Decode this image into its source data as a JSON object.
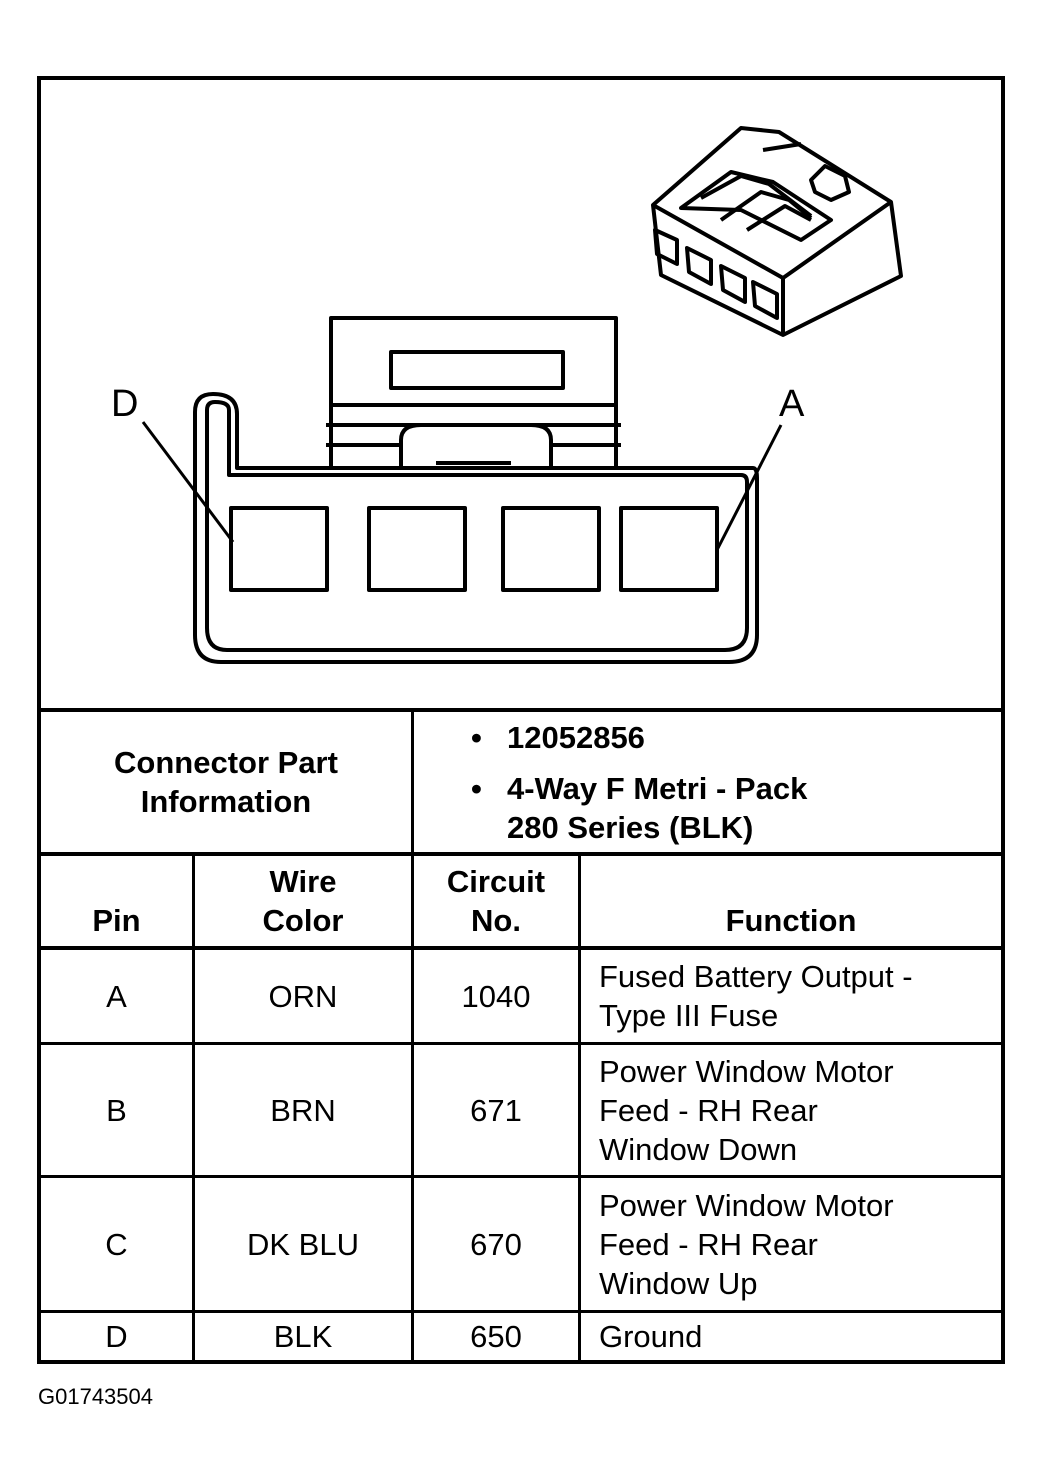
{
  "diagram": {
    "pin_labels": {
      "left": "D",
      "right": "A"
    }
  },
  "part_info": {
    "label_line1": "Connector Part",
    "label_line2": "Information",
    "items": [
      {
        "bullet": "•",
        "line1": "12052856",
        "line2": ""
      },
      {
        "bullet": "•",
        "line1": "4-Way F Metri - Pack",
        "line2": "280 Series (BLK)"
      }
    ]
  },
  "table": {
    "headers": {
      "pin": [
        "",
        "Pin"
      ],
      "wire_color": [
        "Wire",
        "Color"
      ],
      "circuit": [
        "Circuit",
        "No."
      ],
      "function": [
        "",
        "Function"
      ]
    },
    "rows": [
      {
        "pin": "A",
        "wire_color": "ORN",
        "circuit": "1040",
        "function": [
          "Fused Battery Output -",
          "Type III Fuse"
        ]
      },
      {
        "pin": "B",
        "wire_color": "BRN",
        "circuit": "671",
        "function": [
          "Power Window Motor",
          "Feed - RH Rear",
          "Window Down"
        ]
      },
      {
        "pin": "C",
        "wire_color": "DK BLU",
        "circuit": "670",
        "function": [
          "Power Window Motor",
          "Feed - RH Rear",
          "Window Up"
        ]
      },
      {
        "pin": "D",
        "wire_color": "BLK",
        "circuit": "650",
        "function": [
          "Ground"
        ]
      }
    ]
  },
  "figure_id": "G01743504"
}
